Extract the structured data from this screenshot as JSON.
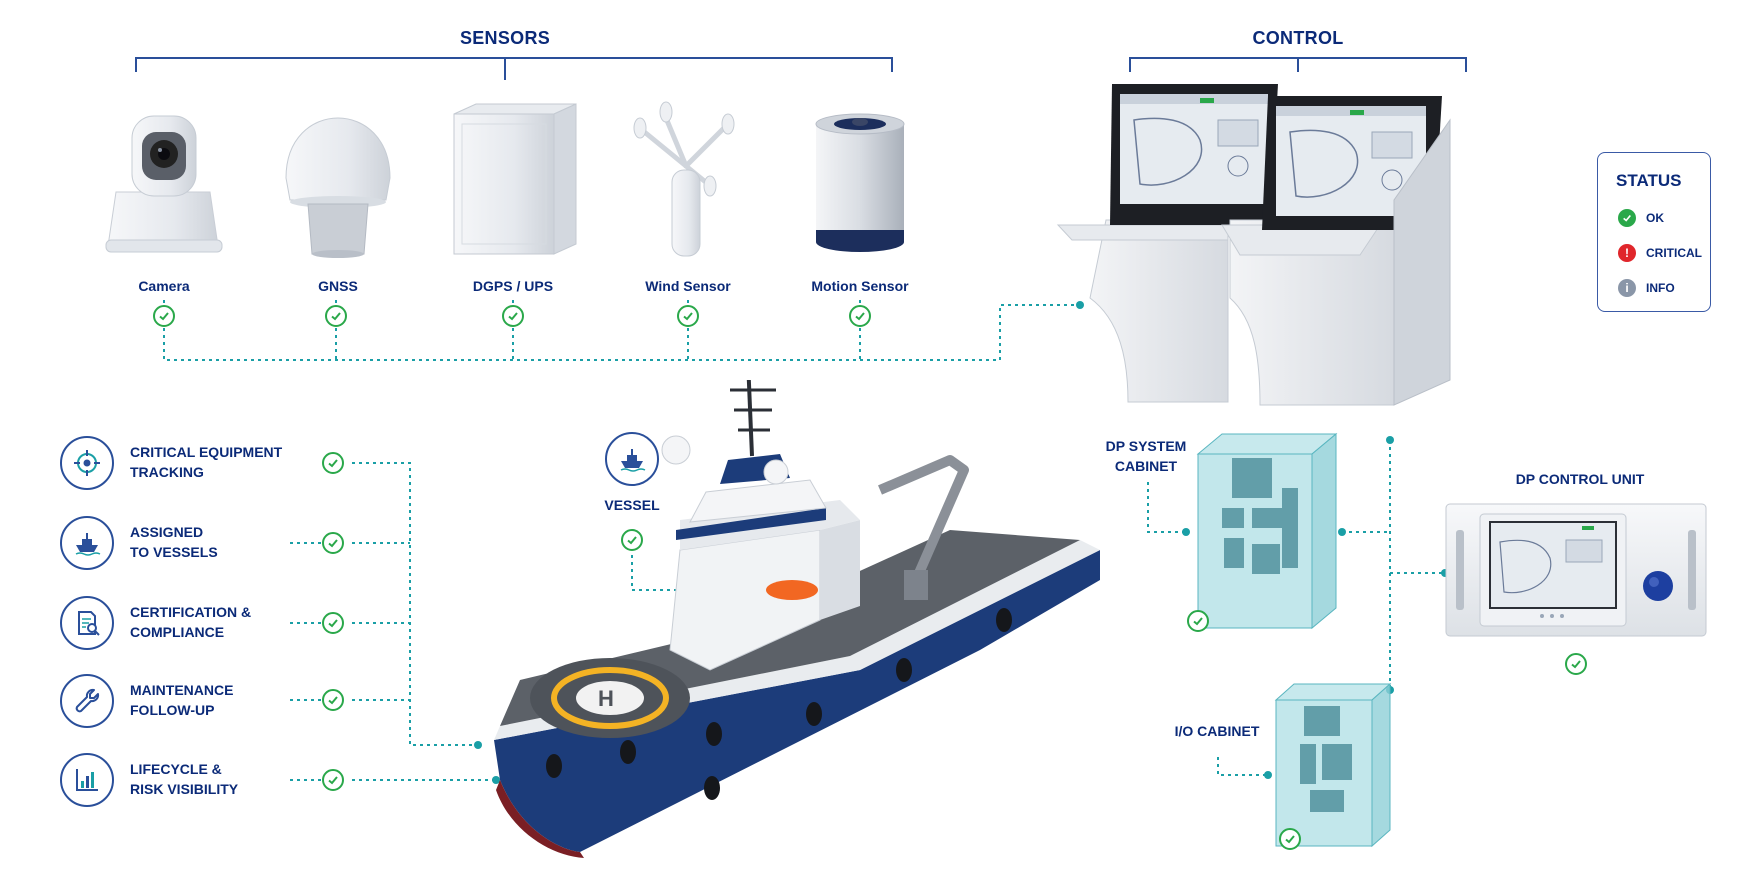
{
  "sections": {
    "sensors_title": "SENSORS",
    "control_title": "CONTROL"
  },
  "sensors": [
    {
      "label": "Camera",
      "status": "ok"
    },
    {
      "label": "GNSS",
      "status": "ok"
    },
    {
      "label": "DGPS / UPS",
      "status": "ok"
    },
    {
      "label": "Wind Sensor",
      "status": "ok"
    },
    {
      "label": "Motion Sensor",
      "status": "ok"
    }
  ],
  "status_legend": {
    "title": "STATUS",
    "items": [
      {
        "label": "OK",
        "color": "#2aa84a",
        "icon": "check-icon"
      },
      {
        "label": "CRITICAL",
        "color": "#e0262b",
        "icon": "exclamation-icon"
      },
      {
        "label": "INFO",
        "color": "#8a96a8",
        "icon": "info-icon"
      }
    ]
  },
  "features": [
    {
      "line1": "CRITICAL EQUIPMENT",
      "line2": "TRACKING",
      "icon": "target-icon"
    },
    {
      "line1": "ASSIGNED",
      "line2": "TO VESSELS",
      "icon": "ship-icon"
    },
    {
      "line1": "CERTIFICATION &",
      "line2": "COMPLIANCE",
      "icon": "document-search-icon"
    },
    {
      "line1": "MAINTENANCE",
      "line2": "FOLLOW-UP",
      "icon": "wrench-icon"
    },
    {
      "line1": "LIFECYCLE &",
      "line2": "RISK VISIBILITY",
      "icon": "bar-chart-icon"
    }
  ],
  "vessel": {
    "label": "VESSEL",
    "icon": "ship-icon"
  },
  "dp_system_cabinet": {
    "line1": "DP SYSTEM",
    "line2": "CABINET"
  },
  "io_cabinet": {
    "label": "I/O CABINET"
  },
  "dp_control_unit": {
    "label": "DP CONTROL UNIT"
  },
  "colors": {
    "navy": "#0b2a78",
    "accent_teal": "#2aa6a6",
    "ok_green": "#2aa84a",
    "hull_blue": "#1c3c7a"
  }
}
